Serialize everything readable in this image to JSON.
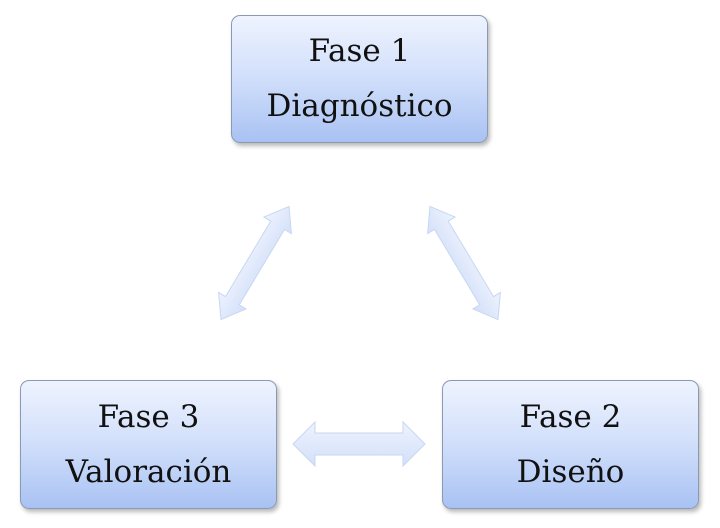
{
  "phases": [
    {
      "id": "phase-1",
      "title": "Fase 1",
      "name": "Diagnóstico"
    },
    {
      "id": "phase-2",
      "title": "Fase 2",
      "name": "Diseño"
    },
    {
      "id": "phase-3",
      "title": "Fase 3",
      "name": "Valoración"
    }
  ],
  "colors": {
    "box_top": "#eef3fe",
    "box_bottom": "#a9c2f3",
    "box_border": "#8a9ab3",
    "arrow_fill": "#dbe5fa",
    "arrow_stroke": "#c3d2f0",
    "text": "#111111"
  }
}
